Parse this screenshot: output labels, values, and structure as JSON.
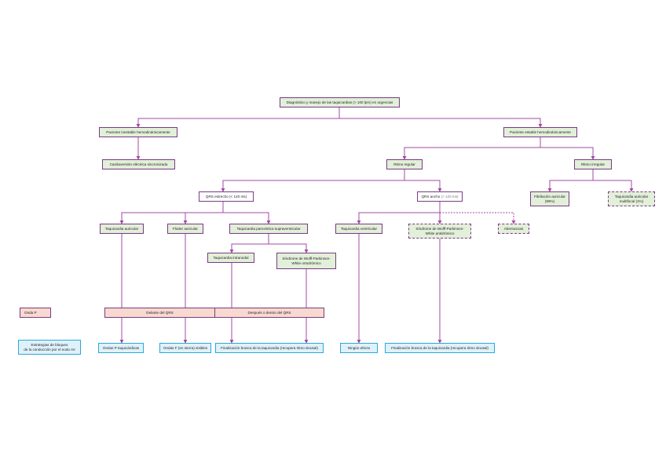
{
  "colors": {
    "connector": "#A349A4",
    "box_border": "#7A3A86",
    "green_fill": "#E2EFD9",
    "pink_fill": "#F8D9D0",
    "blue_fill": "#DFF1FA",
    "blue_border": "#2AA8DE"
  },
  "nodes": {
    "root": "Diagnóstico y manejo de las taquicardias (> 100 lpm) en urgencias",
    "unstable": "Paciente inestable hemodinámicamente",
    "stable": "Paciente estable hemodinámicamente",
    "cardioversion": "Cardioversión eléctrica sincronizada",
    "regular": "Ritmo regular",
    "irregular": "Ritmo irregular",
    "narrow_qrs": "QRS estrecho (< 120 ms)",
    "wide_qrs": "QRS ancho",
    "wide_qrs_sub": "(> 120 ms)",
    "af": "Fibrilación auricular\n(99%)",
    "multifocal": "Taquicardia auricular\nmultifocal (1%)",
    "atrial_tachy": "Taquicardia auricular",
    "flutter": "Flutter auricular",
    "psvt": "Taquicardia paroxística supraventricular",
    "vt": "Taquicardia ventricular",
    "wpw_anti": "Síndrome de Wolff-Parkinson-\nWhite antidrómico",
    "aberrancy": "Aberrancias",
    "avnrt": "Taquicardia intranodal",
    "wpw_ortho": "Síndrome de Wolff-Parkinson-\nWhite ortodrómico",
    "p_wave_label": "Onda P",
    "p_before": "Delante del QRS",
    "p_after": "Después o dentro del QRS",
    "av_block_label": "Estrategias de bloqueo\nde la conducción por el nodo AV",
    "res_p_tachy": "Ondas P taquicárdicas",
    "res_f_waves": "Ondas F (en sierra) visibles",
    "res_abrupt1": "Finalización brusca de la taquicardia (recupera ritmo sinusal)",
    "res_none": "Ningún efecto",
    "res_abrupt2": "Finalización brusca de la taquicardia (recupera ritmo sinusal)"
  }
}
